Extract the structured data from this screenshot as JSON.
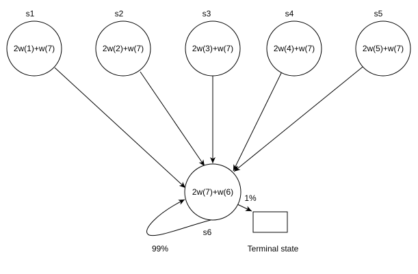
{
  "states": [
    {
      "name": "s1",
      "expr": "2w(1)+w(7)"
    },
    {
      "name": "s2",
      "expr": "2w(2)+w(7)"
    },
    {
      "name": "s3",
      "expr": "2w(3)+w(7)"
    },
    {
      "name": "s4",
      "expr": "2w(4)+w(7)"
    },
    {
      "name": "s5",
      "expr": "2w(5)+w(7)"
    },
    {
      "name": "s6",
      "expr": "2w(7)+w(6)"
    }
  ],
  "edges": {
    "self_loop_label": "99%",
    "to_terminal_label": "1%"
  },
  "terminal": {
    "label": "Terminal state"
  },
  "colors": {
    "stroke": "#000000",
    "background": "#ffffff"
  }
}
